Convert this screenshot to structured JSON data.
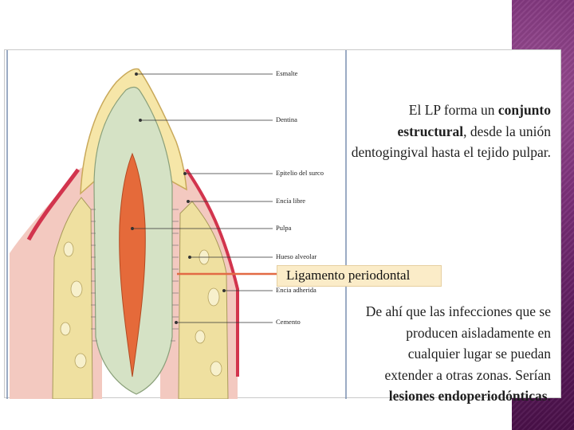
{
  "diagram": {
    "labels": {
      "esmalte": "Esmalte",
      "dentina": "Dentina",
      "epitelio": "Epitelio del surco",
      "encia_libre": "Encía libre",
      "pulpa": "Pulpa",
      "hueso": "Hueso alveolar",
      "ligamento": "Ligamento periodontal",
      "encia_adherida": "Encia adherida",
      "cemento": "Cemento"
    }
  },
  "text": {
    "p1_line1_a": "El LP forma un ",
    "p1_line1_b": "conjunto",
    "p1_line2_a": "estructural",
    "p1_line2_b": ", desde la unión",
    "p1_line3": "dentogingival hasta el tejido pulpar.",
    "p2_line1": "De ahí que las infecciones que se",
    "p2_line2": "producen aisladamente en",
    "p2_line3": "cualquier lugar se puedan",
    "p2_line4": "extender a otras zonas. Serían",
    "p2_line5_a": "lesiones endoperiodónticas",
    "p2_line5_b": "."
  },
  "colors": {
    "accent_purple": "#7a2f78",
    "enamel": "#f6e6a8",
    "dentin": "#d5e2c5",
    "pulp": "#e56a3a",
    "gum": "#f3c9c0",
    "gum_edge": "#d2344d",
    "bone": "#efe0a0",
    "ligament_line": "#e26a44"
  }
}
